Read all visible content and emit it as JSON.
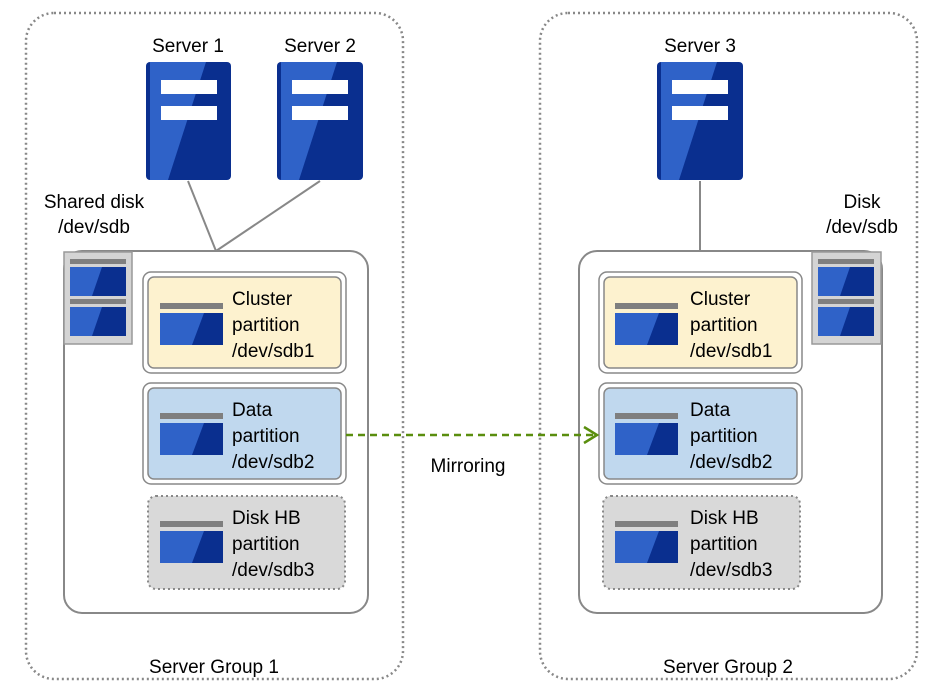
{
  "groups": [
    {
      "label": "Server Group 1",
      "servers": [
        "Server 1",
        "Server 2"
      ],
      "disk": {
        "line1": "Shared disk",
        "line2": "/dev/sdb"
      },
      "partitions": [
        {
          "kind": "cluster",
          "lines": [
            "Cluster",
            "partition",
            "/dev/sdb1"
          ]
        },
        {
          "kind": "data",
          "lines": [
            "Data",
            "partition",
            "/dev/sdb2"
          ]
        },
        {
          "kind": "diskhb",
          "lines": [
            "Disk HB",
            "partition",
            "/dev/sdb3"
          ]
        }
      ]
    },
    {
      "label": "Server Group 2",
      "servers": [
        "Server 3"
      ],
      "disk": {
        "line1": "Disk",
        "line2": "/dev/sdb"
      },
      "partitions": [
        {
          "kind": "cluster",
          "lines": [
            "Cluster",
            "partition",
            "/dev/sdb1"
          ]
        },
        {
          "kind": "data",
          "lines": [
            "Data",
            "partition",
            "/dev/sdb2"
          ]
        },
        {
          "kind": "diskhb",
          "lines": [
            "Disk HB",
            "partition",
            "/dev/sdb3"
          ]
        }
      ]
    }
  ],
  "mirroring_label": "Mirroring",
  "colors": {
    "server_dark": "#0a2f8f",
    "server_light": "#2f62c8",
    "cluster_fill": "#fdf2cf",
    "data_fill": "#c0d8ee",
    "diskhb_fill": "#d9d9d9",
    "mirror_arrow": "#5a8e0e",
    "outline": "#808080"
  }
}
